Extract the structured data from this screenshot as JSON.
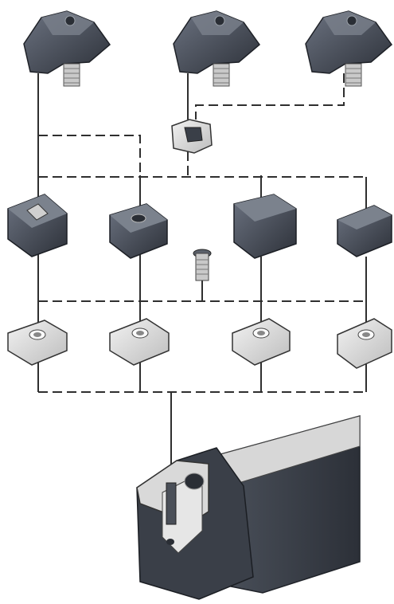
{
  "diagram": {
    "title": "",
    "description_note": "",
    "components": {
      "clamps": {
        "count": 3,
        "icon": "clamp-icon"
      },
      "shim_pin": {
        "icon": "shim-pin-icon"
      },
      "inserts": {
        "count": 4,
        "icon": "insert-icon"
      },
      "shim_screw": {
        "icon": "screw-icon"
      },
      "shims": {
        "count": 4,
        "icon": "shim-icon"
      },
      "holder": {
        "icon": "tool-holder-icon"
      }
    },
    "colors": {
      "dark_metal": "#3a3f48",
      "mid_metal": "#5a606a",
      "light_metal": "#d9d9d9",
      "line": "#2f2f2f",
      "background": "#ffffff"
    }
  }
}
